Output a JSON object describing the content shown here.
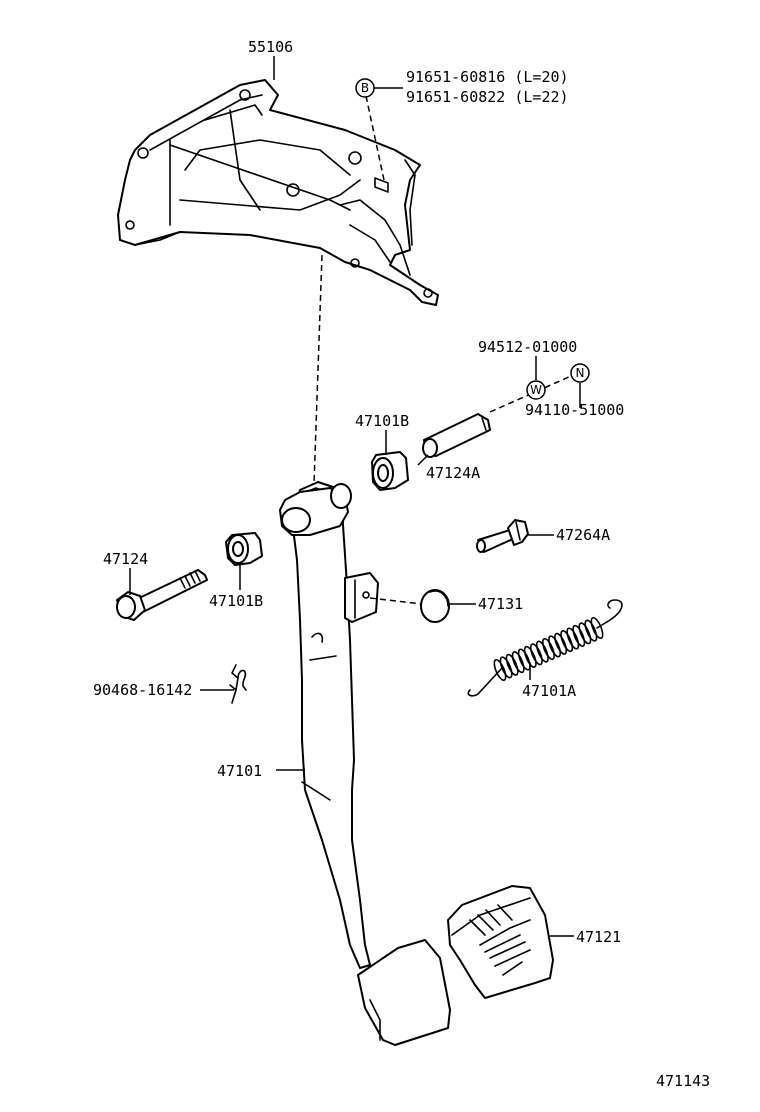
{
  "labels": {
    "p55106": "55106",
    "p91651a": "91651-60816 (L=20)",
    "p91651b": "91651-60822 (L=22)",
    "p94512": "94512-01000",
    "p94110": "94110-51000",
    "p47101B_top": "47101B",
    "p47124A": "47124A",
    "p47264A": "47264A",
    "p47124": "47124",
    "p47101B_left": "47101B",
    "p47131": "47131",
    "p90468": "90468-16142",
    "p47101A": "47101A",
    "p47101": "47101",
    "p47121": "47121",
    "diagram_id": "471143"
  },
  "symbols": {
    "b": "B",
    "w": "W",
    "n": "N"
  }
}
